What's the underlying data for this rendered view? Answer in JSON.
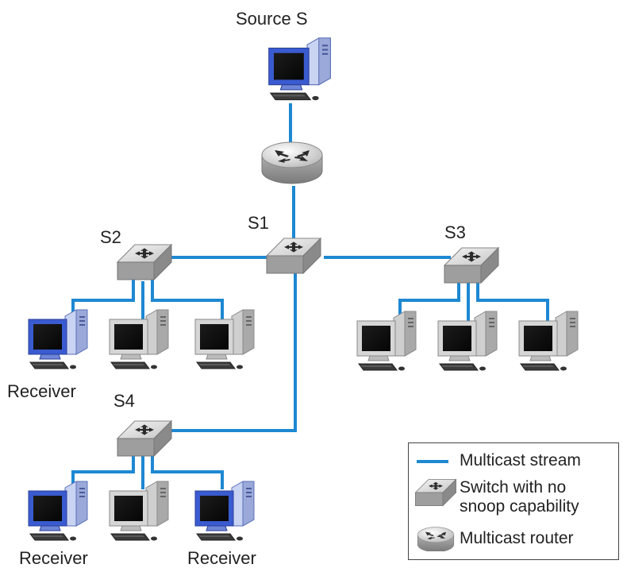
{
  "labels": {
    "source": "Source S",
    "s1": "S1",
    "s2": "S2",
    "s3": "S3",
    "s4": "S4",
    "receiver_s2": "Receiver",
    "receiver_s4_left": "Receiver",
    "receiver_s4_right": "Receiver"
  },
  "legend": {
    "multicast_stream": "Multicast stream",
    "switch_line1": "Switch with no",
    "switch_line2": "snoop capability",
    "multicast_router": "Multicast router"
  },
  "colors": {
    "link": "#1e88d2",
    "receiver_screen_frame": "#3a5bd0",
    "computer_frame": "#c8c8c8",
    "device_body": "#bdbdbd"
  }
}
